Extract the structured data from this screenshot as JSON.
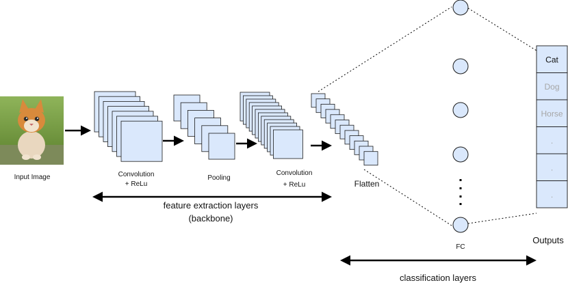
{
  "labels": {
    "input_image": "Input Image",
    "conv1_line1": "Convolution",
    "conv1_line2": "+ ReLu",
    "pooling": "Pooling",
    "conv2_line1": "Convolution",
    "conv2_line2": "+ ReLu",
    "flatten": "Flatten",
    "fc": "FC",
    "outputs": "Outputs",
    "feature_line1": "feature extraction layers",
    "feature_line2": "(backbone)",
    "classification": "classification layers"
  },
  "outputs": [
    {
      "text": "Cat",
      "active": true
    },
    {
      "text": "Dog",
      "active": false
    },
    {
      "text": "Horse",
      "active": false
    },
    {
      "text": ".",
      "active": false
    },
    {
      "text": ".",
      "active": false
    },
    {
      "text": ".",
      "active": false
    }
  ],
  "fc_ellipsis": ":",
  "colors": {
    "block_fill": "#dae8fc",
    "block_stroke": "#1a1a1a",
    "output_active": "#111111",
    "output_inactive": "#a6a6a6",
    "kitten_fur": "#d88a3c",
    "grass": "#6e9a3a"
  }
}
